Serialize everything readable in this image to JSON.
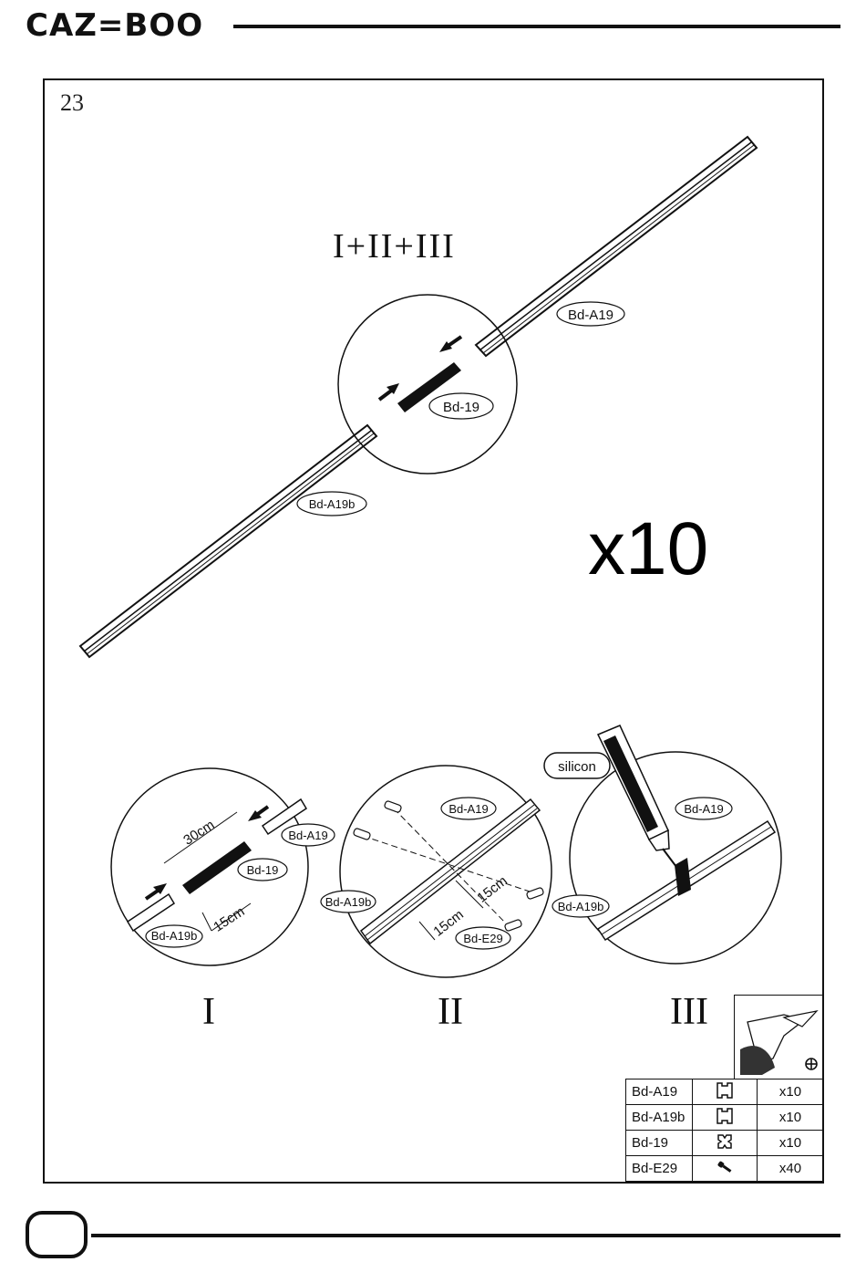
{
  "header": {
    "brand": "CAZ=BOO"
  },
  "step": {
    "number": "23",
    "combo_label": "I+II+III",
    "quantity": "x10"
  },
  "main_diagram": {
    "labels": {
      "upper_beam": "Bd-A19",
      "lower_beam": "Bd-A19b",
      "connector": "Bd-19"
    }
  },
  "details": [
    {
      "roman": "I",
      "labels": [
        "Bd-A19",
        "Bd-19",
        "Bd-A19b"
      ],
      "dimensions": [
        "30cm",
        "15cm"
      ]
    },
    {
      "roman": "II",
      "labels": [
        "Bd-A19",
        "Bd-A19b",
        "Bd-E29"
      ],
      "dimensions": [
        "15cm",
        "15cm"
      ]
    },
    {
      "roman": "III",
      "labels": [
        "Bd-A19",
        "Bd-A19b",
        "silicon"
      ]
    }
  ],
  "tool_icons": [
    "drill-icon",
    "phillips-icon"
  ],
  "parts_table": [
    {
      "code": "Bd-A19",
      "icon": "profile-icon",
      "qty": "x10"
    },
    {
      "code": "Bd-A19b",
      "icon": "profile-icon",
      "qty": "x10"
    },
    {
      "code": "Bd-19",
      "icon": "connector-icon",
      "qty": "x10"
    },
    {
      "code": "Bd-E29",
      "icon": "screw-icon",
      "qty": "x40"
    }
  ]
}
